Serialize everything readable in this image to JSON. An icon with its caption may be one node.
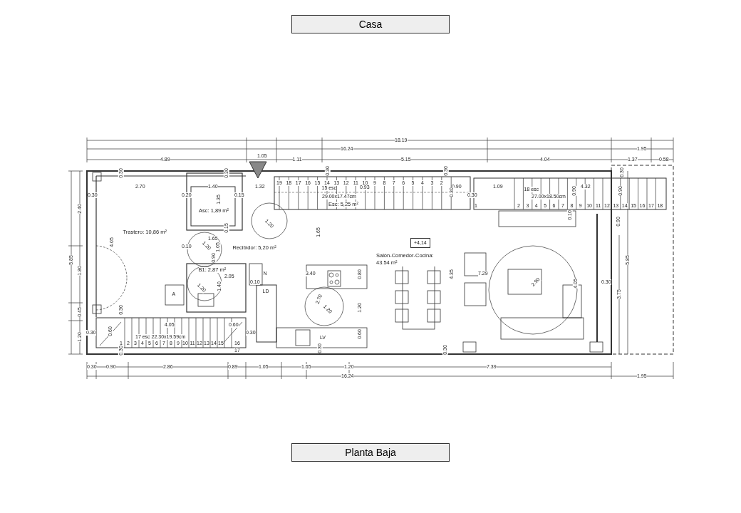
{
  "diagram": {
    "title": "Casa",
    "caption": "Planta Baja",
    "labels": [
      "18.19",
      "16.24",
      "1.95",
      "4.89",
      "1.05",
      "1.11",
      "5.15",
      "4.04",
      "1.37",
      "0.58",
      "0.30",
      "0.30",
      "0.30",
      "0.30",
      "0.30",
      "19",
      "18",
      "17",
      "16",
      "15",
      "14",
      "13",
      "12",
      "11",
      "10",
      "9",
      "8",
      "7",
      "6",
      "5",
      "4",
      "3",
      "2",
      "2.70",
      "1.40",
      "1.32",
      "15 esc",
      "0.93",
      "0.90",
      "1.09",
      "18 esc",
      "4.32",
      "0.30",
      "0.20",
      "0.15",
      "29.00x17.47cm",
      "0.30",
      "0.30",
      "27.00x18.50cm",
      "0.90",
      "0.90",
      "1.35",
      "Esc: 5,25 m²",
      "1",
      "2",
      "3",
      "4",
      "5",
      "6",
      "7",
      "8",
      "9",
      "10",
      "11",
      "12",
      "13",
      "14",
      "15",
      "16",
      "17",
      "18",
      "2.40",
      "Asc: 1,89 m²",
      "0.10",
      "0.90",
      "0.15",
      "1.20",
      "Trastero: 10,86 m²",
      "1.65",
      "1.65",
      "5.85",
      "4.05",
      "0.10",
      "1.20",
      "0.90",
      "1.05",
      "Recibidor: 5,20 m²",
      "Salón-Comedor-Cocina: 43.54 m²",
      "+4,14",
      "5.85",
      "B1: 2,87 m²",
      "1.80",
      "N",
      "3.40",
      "0.80",
      "4.35",
      "7.29",
      "2.05",
      "0.10",
      "0.30",
      "1.20",
      "1.40",
      "2.90",
      "4.05",
      "LD",
      "A",
      "3.75",
      "0.45",
      "0.30",
      "2.70",
      "1.20",
      "1.20",
      "4.05",
      "0.60",
      "0.60",
      "0.30",
      "0.30",
      "17 esc 22.30x19.59cm",
      "1.20",
      "LV",
      "0.60",
      "1",
      "2",
      "3",
      "4",
      "5",
      "6",
      "7",
      "8",
      "9",
      "10",
      "11",
      "12",
      "13",
      "14",
      "15",
      "16",
      "17",
      "0.30",
      "0.30",
      "0.30",
      "0.30",
      "0.90",
      "2.86",
      "0.89",
      "1.05",
      "1.65",
      "1.20",
      "7.39",
      "16.24",
      "1.95"
    ]
  }
}
